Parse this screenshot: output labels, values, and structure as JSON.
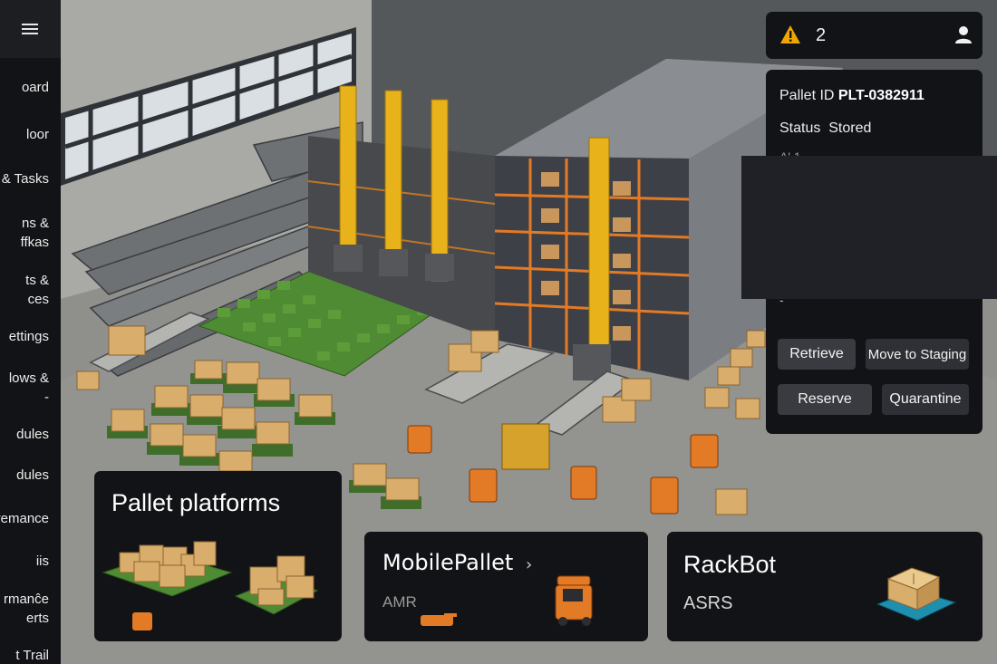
{
  "sidebar": {
    "items": [
      {
        "label": "oard"
      },
      {
        "label": "loor"
      },
      {
        "label": "s & Tasks"
      },
      {
        "label": "ns &\nffkas"
      },
      {
        "label": "ts &\nces"
      },
      {
        "label": "ettings"
      },
      {
        "label": "lows &\n-"
      },
      {
        "label": "dules"
      },
      {
        "label": "dules"
      },
      {
        "label": "remance"
      },
      {
        "label": "iis"
      },
      {
        "label": "rmanĉe\nerts"
      },
      {
        "label": "t Trail"
      }
    ]
  },
  "notifications": {
    "alert_count": "2"
  },
  "detail": {
    "pallet_id_label": "Pallet ID",
    "pallet_id": "PLT-0382911",
    "status_label": "Status",
    "status_value": "Stored",
    "partial_text": "A'  1",
    "partial_text_2": "-",
    "actions": {
      "retrieve": "Retrieve",
      "move_to_staging": "Move to Staging",
      "reserve": "Reserve",
      "quarantine": "Quarantine"
    }
  },
  "cards": {
    "pallet_platforms": {
      "title": "Pallet platforms"
    },
    "mobile_pallet": {
      "title": "MobilePallet",
      "chevron": "›",
      "subtitle": "AMR"
    },
    "rackbot": {
      "title": "RackBot",
      "subtitle": "ASRS"
    }
  },
  "colors": {
    "panel": "#121316",
    "button": "#2f3035",
    "warning": "#f0a500",
    "rack_orange": "#e37a26",
    "mast_yellow": "#e8b21a",
    "pallet_green": "#4f8b33",
    "box_tan": "#d9ad6c"
  },
  "icons": [
    "menu-icon",
    "warning-icon",
    "user-icon",
    "chevron-right-icon"
  ]
}
